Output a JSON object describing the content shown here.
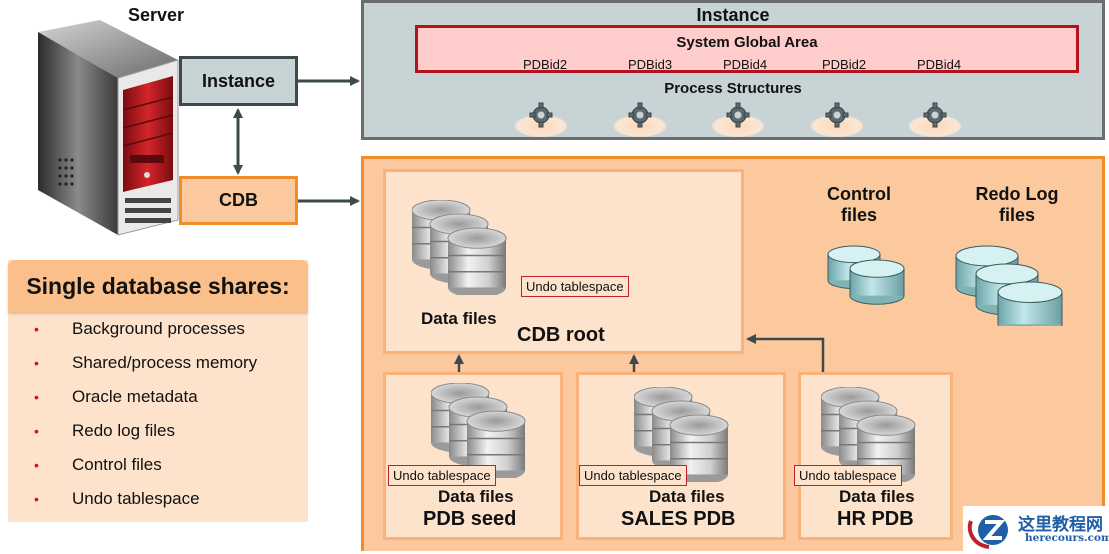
{
  "server": {
    "label": "Server"
  },
  "boxes": {
    "instance": "Instance",
    "cdb": "CDB"
  },
  "instance_panel": {
    "title": "Instance",
    "sga": {
      "title": "System Global Area",
      "pdb_ids": [
        "PDBid2",
        "PDBid3",
        "PDBid4",
        "PDBid2",
        "PDBid4"
      ]
    },
    "process_structures": {
      "title": "Process Structures",
      "count": 5
    }
  },
  "cdb_panel": {
    "cdb_root": {
      "name": "CDB root",
      "data_files": "Data files",
      "undo": "Undo tablespace"
    },
    "control_files": {
      "line1": "Control",
      "line2": "files"
    },
    "redo_log_files": {
      "line1": "Redo Log",
      "line2": "files"
    },
    "pdbs": [
      {
        "name": "PDB seed",
        "data_files": "Data files",
        "undo": "Undo tablespace"
      },
      {
        "name": "SALES PDB",
        "data_files": "Data files",
        "undo": "Undo tablespace"
      },
      {
        "name": "HR PDB",
        "data_files": "Data files",
        "undo": "Undo tablespace"
      }
    ]
  },
  "shares": {
    "title": "Single database shares:",
    "items": [
      "Background processes",
      "Shared/process memory",
      "Oracle metadata",
      "Redo log files",
      "Control files",
      "Undo tablespace"
    ]
  },
  "watermark": {
    "cn": "这里教程网",
    "url": "herecours.com"
  },
  "colors": {
    "orange": "#f28c28",
    "peach": "#fcc99f",
    "light_peach": "#fde3cc",
    "gray_blue": "#c8d3d6",
    "red": "#b5121b",
    "arrow": "#3d4a4c"
  }
}
